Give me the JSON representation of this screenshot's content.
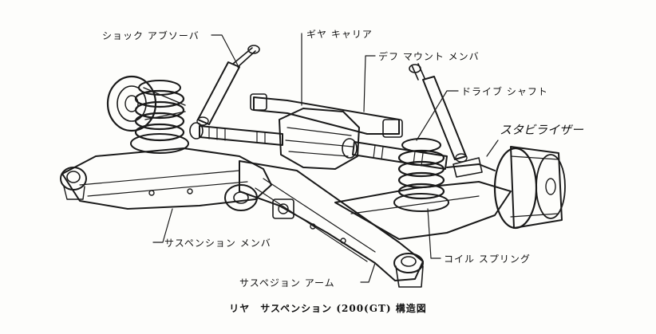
{
  "labels": {
    "shock_absorber": "ショック アブソーバ",
    "gear_carrier": "ギヤ キャリア",
    "diff_mount_member": "デフ マウント メンバ",
    "drive_shaft": "ドライブ シャフト",
    "stabilizer": "スタビライザー",
    "suspension_member": "サスペンション メンバ",
    "coil_spring": "コイル スプリング",
    "suspension_arm": "サスペジョン アーム"
  },
  "caption": "リヤ　サスペンション (200(GT) 構造図"
}
